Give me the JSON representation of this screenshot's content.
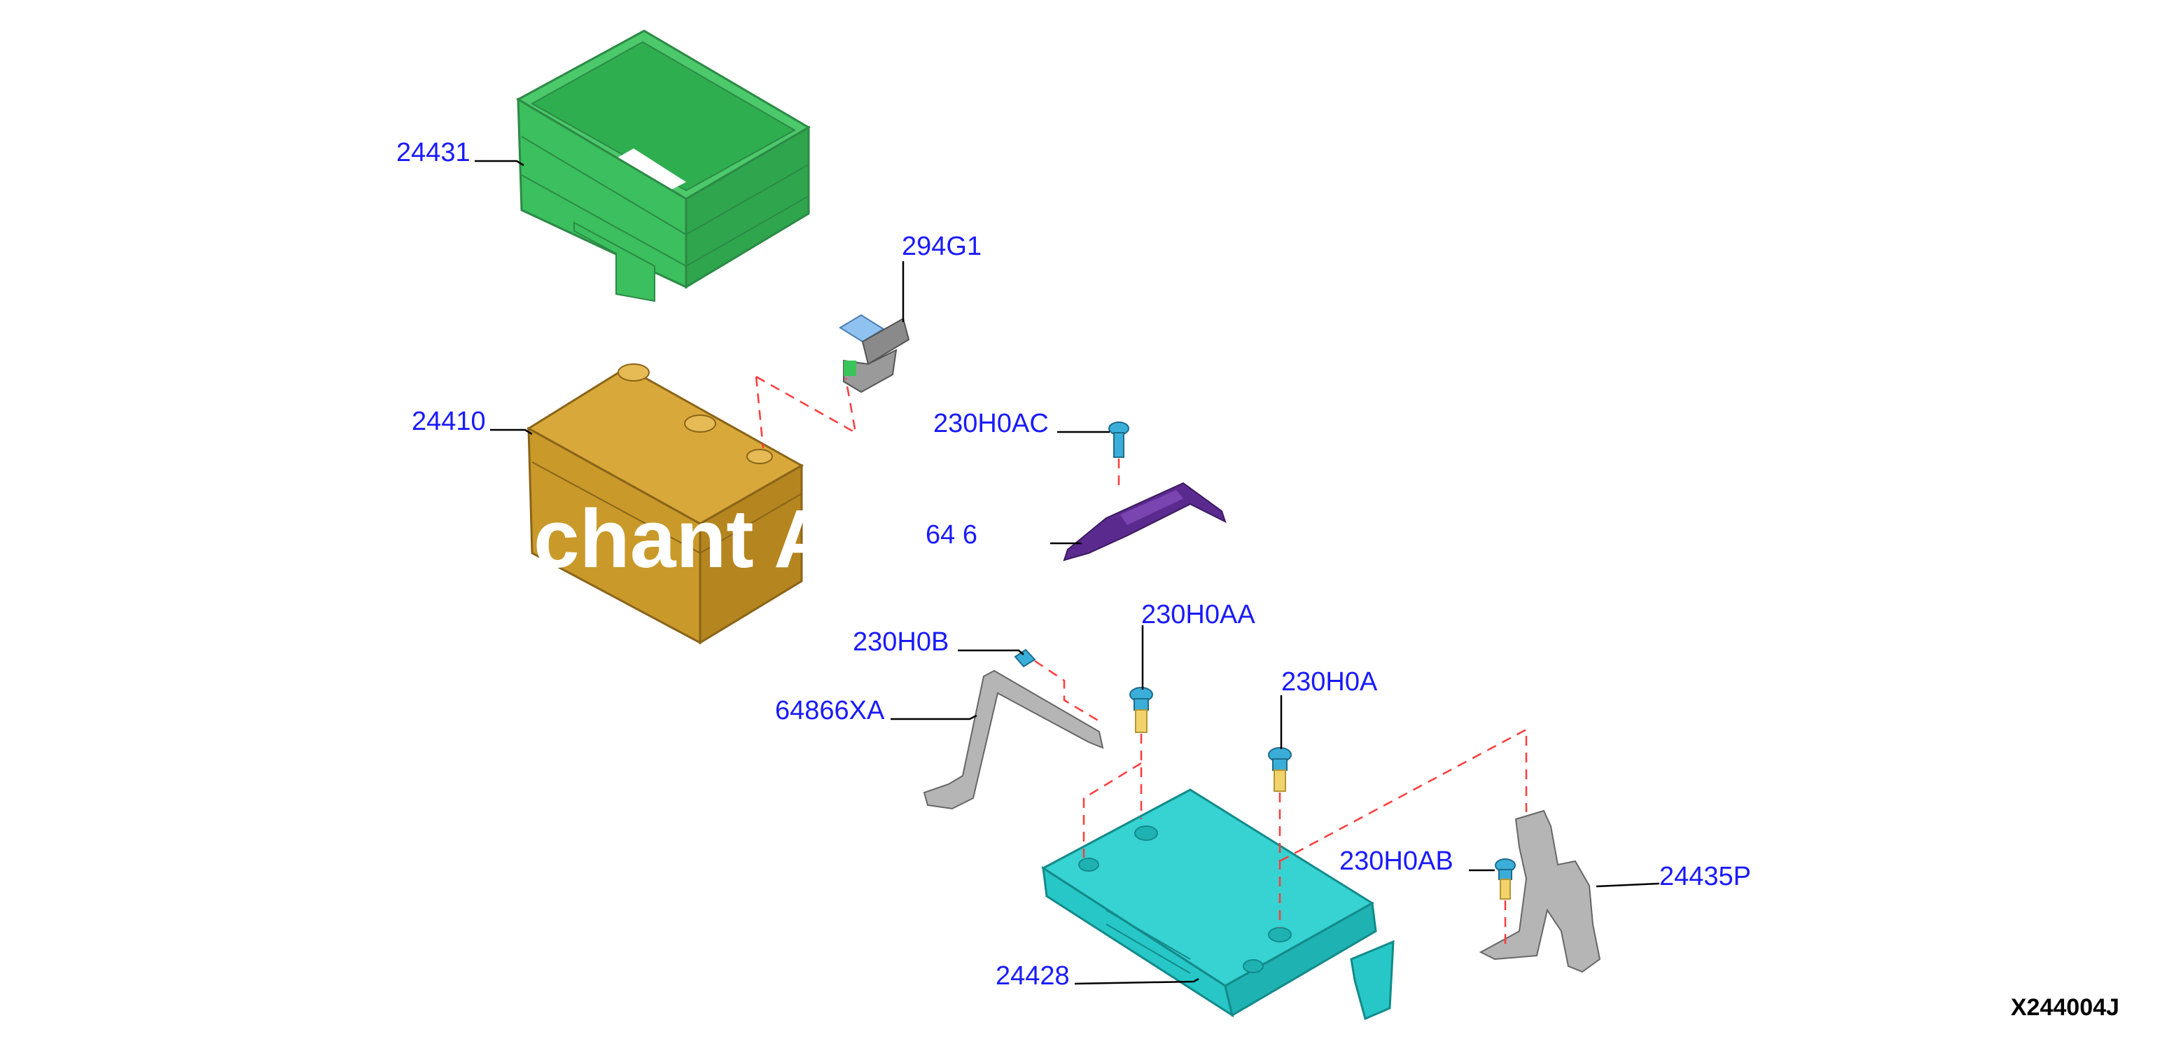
{
  "diagram": {
    "drawing_code": "X244004J",
    "watermark": "chant A",
    "parts": {
      "battery_hold_down_cover": "24431",
      "sensor": "294G1",
      "battery": "24410",
      "bolt_ac": "230H0AC",
      "bracket_partial": "64 6 ",
      "bolt_b": "230H0B",
      "clamp": "64866XA",
      "bolt_aa": "230H0AA",
      "bolt_a": "230H0A",
      "bolt_ab": "230H0AB",
      "bracket_p": "24435P",
      "tray": "24428"
    },
    "colors": {
      "cover": "#3fbf5f",
      "battery": "#c99a2a",
      "tray": "#27c7c7",
      "bracket": "#5b2a8f",
      "bolt": "#3aaed8",
      "bolt_shank": "#f2d36b",
      "metal": "#a9a9a9",
      "label": "#1a1aff",
      "dashed": "#ff3b3b"
    }
  }
}
